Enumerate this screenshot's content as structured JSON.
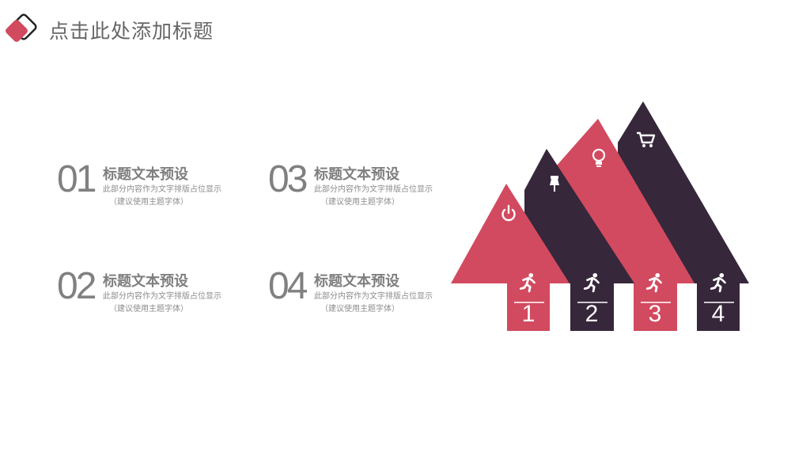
{
  "header": {
    "title": "点击此处添加标题"
  },
  "colors": {
    "accent": "#d24a5f",
    "dark": "#36273b",
    "text": "#7f7f7f"
  },
  "items": [
    {
      "num": "01",
      "title": "标题文本预设",
      "desc": "此部分内容作为文字排版占位显示",
      "sub": "（建议使用主题字体）"
    },
    {
      "num": "02",
      "title": "标题文本预设",
      "desc": "此部分内容作为文字排版占位显示",
      "sub": "（建议使用主题字体）"
    },
    {
      "num": "03",
      "title": "标题文本预设",
      "desc": "此部分内容作为文字排版占位显示",
      "sub": "（建议使用主题字体）"
    },
    {
      "num": "04",
      "title": "标题文本预设",
      "desc": "此部分内容作为文字排版占位显示",
      "sub": "（建议使用主题字体）"
    }
  ],
  "steps": [
    {
      "label": "1",
      "icon": "power-icon",
      "color": "accent"
    },
    {
      "label": "2",
      "icon": "pin-icon",
      "color": "dark"
    },
    {
      "label": "3",
      "icon": "lightbulb-icon",
      "color": "accent"
    },
    {
      "label": "4",
      "icon": "cart-icon",
      "color": "dark"
    }
  ]
}
